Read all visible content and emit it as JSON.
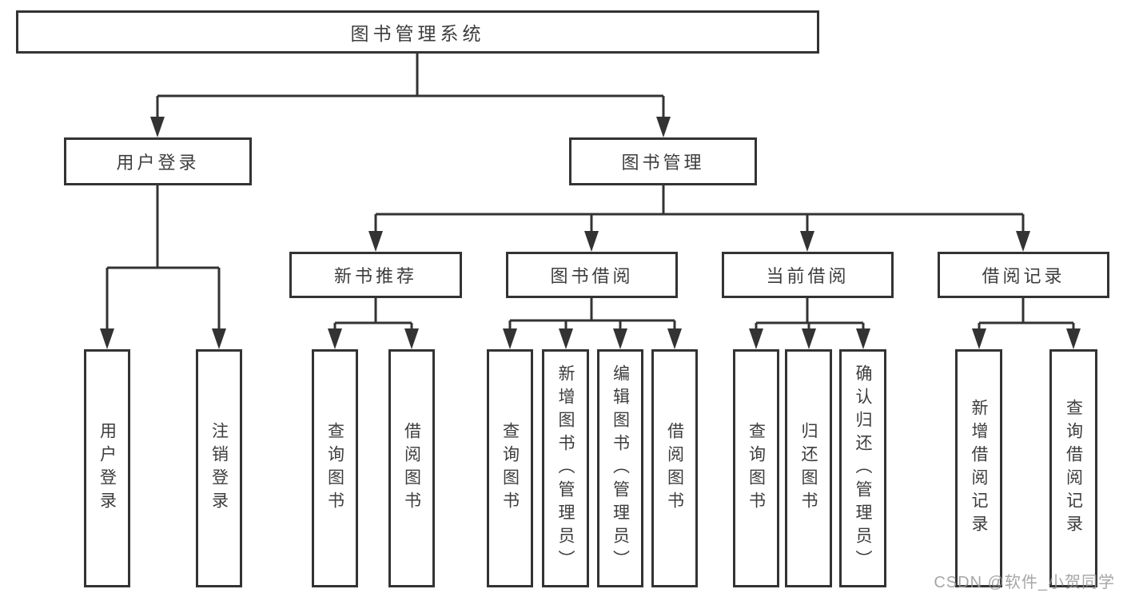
{
  "watermark": "CSDN @软件_小贺同学",
  "tree": {
    "root": {
      "label": "图书管理系统",
      "children": [
        {
          "label": "用户登录",
          "children": [
            {
              "label": "用户登录"
            },
            {
              "label": "注销登录"
            }
          ]
        },
        {
          "label": "图书管理",
          "children": [
            {
              "label": "新书推荐",
              "children": [
                {
                  "label": "查询图书"
                },
                {
                  "label": "借阅图书"
                }
              ]
            },
            {
              "label": "图书借阅",
              "children": [
                {
                  "label": "查询图书"
                },
                {
                  "label": "新增图书（管理员）"
                },
                {
                  "label": "编辑图书（管理员）"
                },
                {
                  "label": "借阅图书"
                }
              ]
            },
            {
              "label": "当前借阅",
              "children": [
                {
                  "label": "查询图书"
                },
                {
                  "label": "归还图书"
                },
                {
                  "label": "确认归还（管理员）"
                }
              ]
            },
            {
              "label": "借阅记录",
              "children": [
                {
                  "label": "新增借阅记录"
                },
                {
                  "label": "查询借阅记录"
                }
              ]
            }
          ]
        }
      ]
    }
  },
  "colors": {
    "line": "#333333",
    "text": "#3d3d3d",
    "watermark": "#969696"
  }
}
